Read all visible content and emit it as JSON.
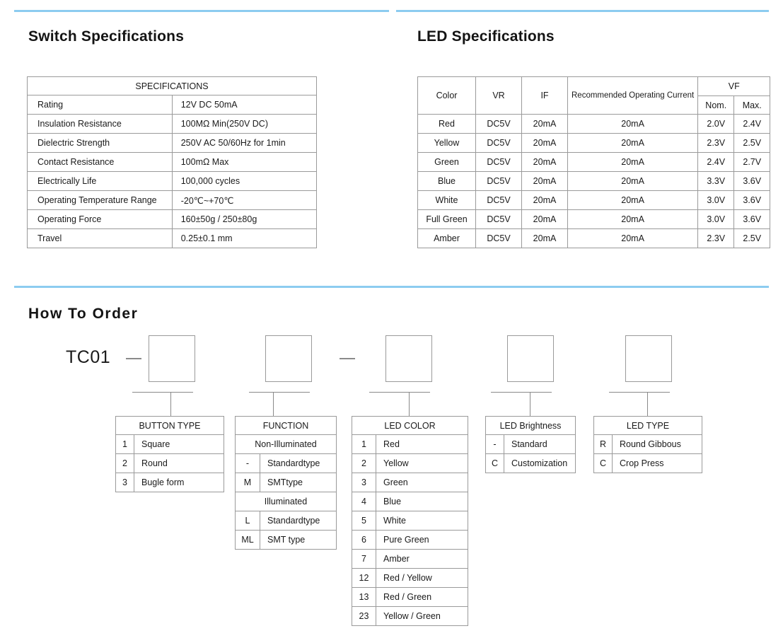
{
  "theme": {
    "rule_color": "#8cccf0",
    "border_color": "#9a9a9a",
    "text_color": "#1a1a1a"
  },
  "sections": {
    "switch_title": "Switch Specifications",
    "led_title": "LED Specifications",
    "order_title": "How  To  Order"
  },
  "switch_spec": {
    "header": "SPECIFICATIONS",
    "rows": [
      {
        "key": "Rating",
        "value": "12V DC 50mA"
      },
      {
        "key": "Insulation Resistance",
        "value": "100MΩ Min(250V DC)"
      },
      {
        "key": "Dielectric Strength",
        "value": "250V AC 50/60Hz  for 1min"
      },
      {
        "key": "Contact Resistance",
        "value": "100mΩ Max"
      },
      {
        "key": "Electrically Life",
        "value": "100,000 cycles"
      },
      {
        "key": "Operating Temperature Range",
        "value": "-20℃~+70℃"
      },
      {
        "key": "Operating Force",
        "value": "160±50g / 250±80g"
      },
      {
        "key": "Travel",
        "value": "0.25±0.1 mm"
      }
    ]
  },
  "led_spec": {
    "headers": {
      "color": "Color",
      "vr": "VR",
      "if": "IF",
      "roc": "Recommended Operating Current",
      "vf": "VF",
      "nom": "Nom.",
      "max": "Max."
    },
    "rows": [
      {
        "color": "Red",
        "vr": "DC5V",
        "if": "20mA",
        "roc": "20mA",
        "nom": "2.0V",
        "max": "2.4V"
      },
      {
        "color": "Yellow",
        "vr": "DC5V",
        "if": "20mA",
        "roc": "20mA",
        "nom": "2.3V",
        "max": "2.5V"
      },
      {
        "color": "Green",
        "vr": "DC5V",
        "if": "20mA",
        "roc": "20mA",
        "nom": "2.4V",
        "max": "2.7V"
      },
      {
        "color": "Blue",
        "vr": "DC5V",
        "if": "20mA",
        "roc": "20mA",
        "nom": "3.3V",
        "max": "3.6V"
      },
      {
        "color": "White",
        "vr": "DC5V",
        "if": "20mA",
        "roc": "20mA",
        "nom": "3.0V",
        "max": "3.6V"
      },
      {
        "color": "Full Green",
        "vr": "DC5V",
        "if": "20mA",
        "roc": "20mA",
        "nom": "3.0V",
        "max": "3.6V"
      },
      {
        "color": "Amber",
        "vr": "DC5V",
        "if": "20mA",
        "roc": "20mA",
        "nom": "2.3V",
        "max": "2.5V"
      }
    ]
  },
  "order": {
    "prefix": "TC01",
    "separator": "—",
    "boxes": [
      "",
      "",
      "",
      "",
      ""
    ],
    "button_type": {
      "header": "BUTTON TYPE",
      "rows": [
        {
          "code": "1",
          "desc": "Square"
        },
        {
          "code": "2",
          "desc": "Round"
        },
        {
          "code": "3",
          "desc": "Bugle form"
        }
      ]
    },
    "function": {
      "header": "FUNCTION",
      "group1": "Non-Illuminated",
      "group1_rows": [
        {
          "code": "-",
          "desc": "Standardtype"
        },
        {
          "code": "M",
          "desc": "SMTtype"
        }
      ],
      "group2": "Illuminated",
      "group2_rows": [
        {
          "code": "L",
          "desc": "Standardtype"
        },
        {
          "code": "ML",
          "desc": "SMT type"
        }
      ]
    },
    "led_color": {
      "header": "LED COLOR",
      "rows": [
        {
          "code": "1",
          "desc": "Red"
        },
        {
          "code": "2",
          "desc": "Yellow"
        },
        {
          "code": "3",
          "desc": "Green"
        },
        {
          "code": "4",
          "desc": "Blue"
        },
        {
          "code": "5",
          "desc": "White"
        },
        {
          "code": "6",
          "desc": "Pure Green"
        },
        {
          "code": "7",
          "desc": "Amber"
        },
        {
          "code": "12",
          "desc": "Red / Yellow"
        },
        {
          "code": "13",
          "desc": "Red / Green"
        },
        {
          "code": "23",
          "desc": "Yellow / Green"
        }
      ]
    },
    "led_brightness": {
      "header": "LED Brightness",
      "rows": [
        {
          "code": "-",
          "desc": "Standard"
        },
        {
          "code": "C",
          "desc": "Customization"
        }
      ]
    },
    "led_type": {
      "header": "LED TYPE",
      "rows": [
        {
          "code": "R",
          "desc": "Round Gibbous"
        },
        {
          "code": "C",
          "desc": "Crop Press"
        }
      ]
    }
  }
}
